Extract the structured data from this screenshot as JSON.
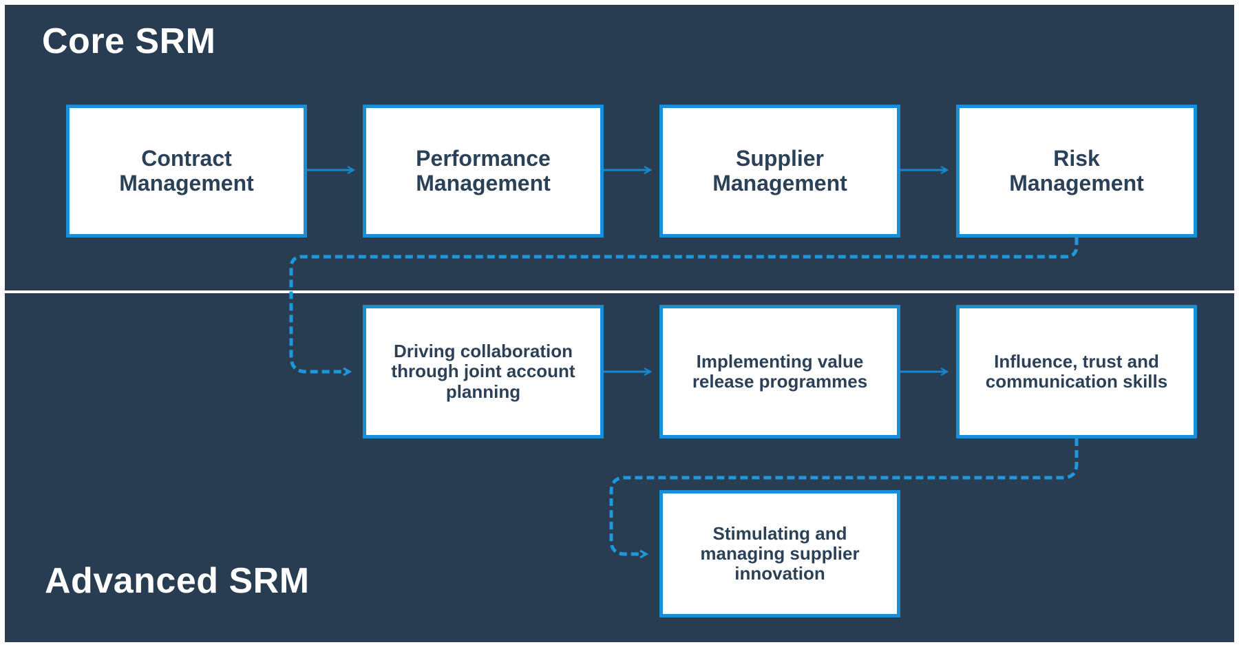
{
  "diagram": {
    "sections": {
      "core": {
        "title": "Core SRM"
      },
      "advanced": {
        "title": "Advanced SRM"
      }
    },
    "core_nodes": [
      {
        "label": "Contract\nManagement"
      },
      {
        "label": "Performance\nManagement"
      },
      {
        "label": "Supplier\nManagement"
      },
      {
        "label": "Risk\nManagement"
      }
    ],
    "advanced_nodes": [
      {
        "label": "Driving collaboration\nthrough joint account\nplanning"
      },
      {
        "label": "Implementing value\nrelease programmes"
      },
      {
        "label": "Influence, trust and\ncommunication skills"
      },
      {
        "label": "Stimulating and\nmanaging supplier\ninnovation"
      }
    ],
    "colors": {
      "background": "#283D52",
      "node_border": "#1B8ED8",
      "node_fill": "#FFFFFF",
      "node_text": "#2B4158",
      "solid_connector": "#1787CE",
      "dashed_connector": "#1E97DC",
      "section_title": "#FFFFFF",
      "divider": "#FFFFFF"
    }
  }
}
